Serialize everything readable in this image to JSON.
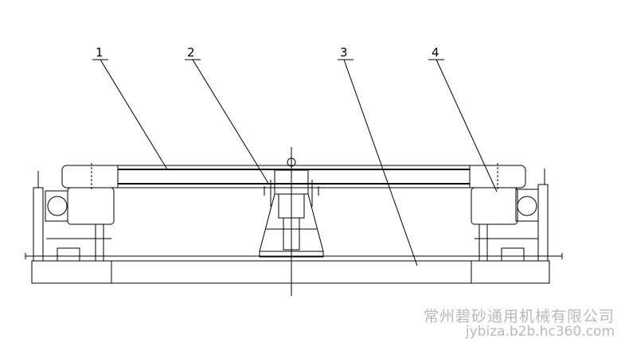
{
  "callouts": [
    {
      "number": "1"
    },
    {
      "number": "2"
    },
    {
      "number": "3"
    },
    {
      "number": "4"
    }
  ],
  "watermark": {
    "company": "常州碧砂通用机械有限公司",
    "url": "jybiza.b2b.hc360.com"
  },
  "colors": {
    "line": "#000000",
    "watermark": "#b9b9b9",
    "background": "#ffffff"
  }
}
